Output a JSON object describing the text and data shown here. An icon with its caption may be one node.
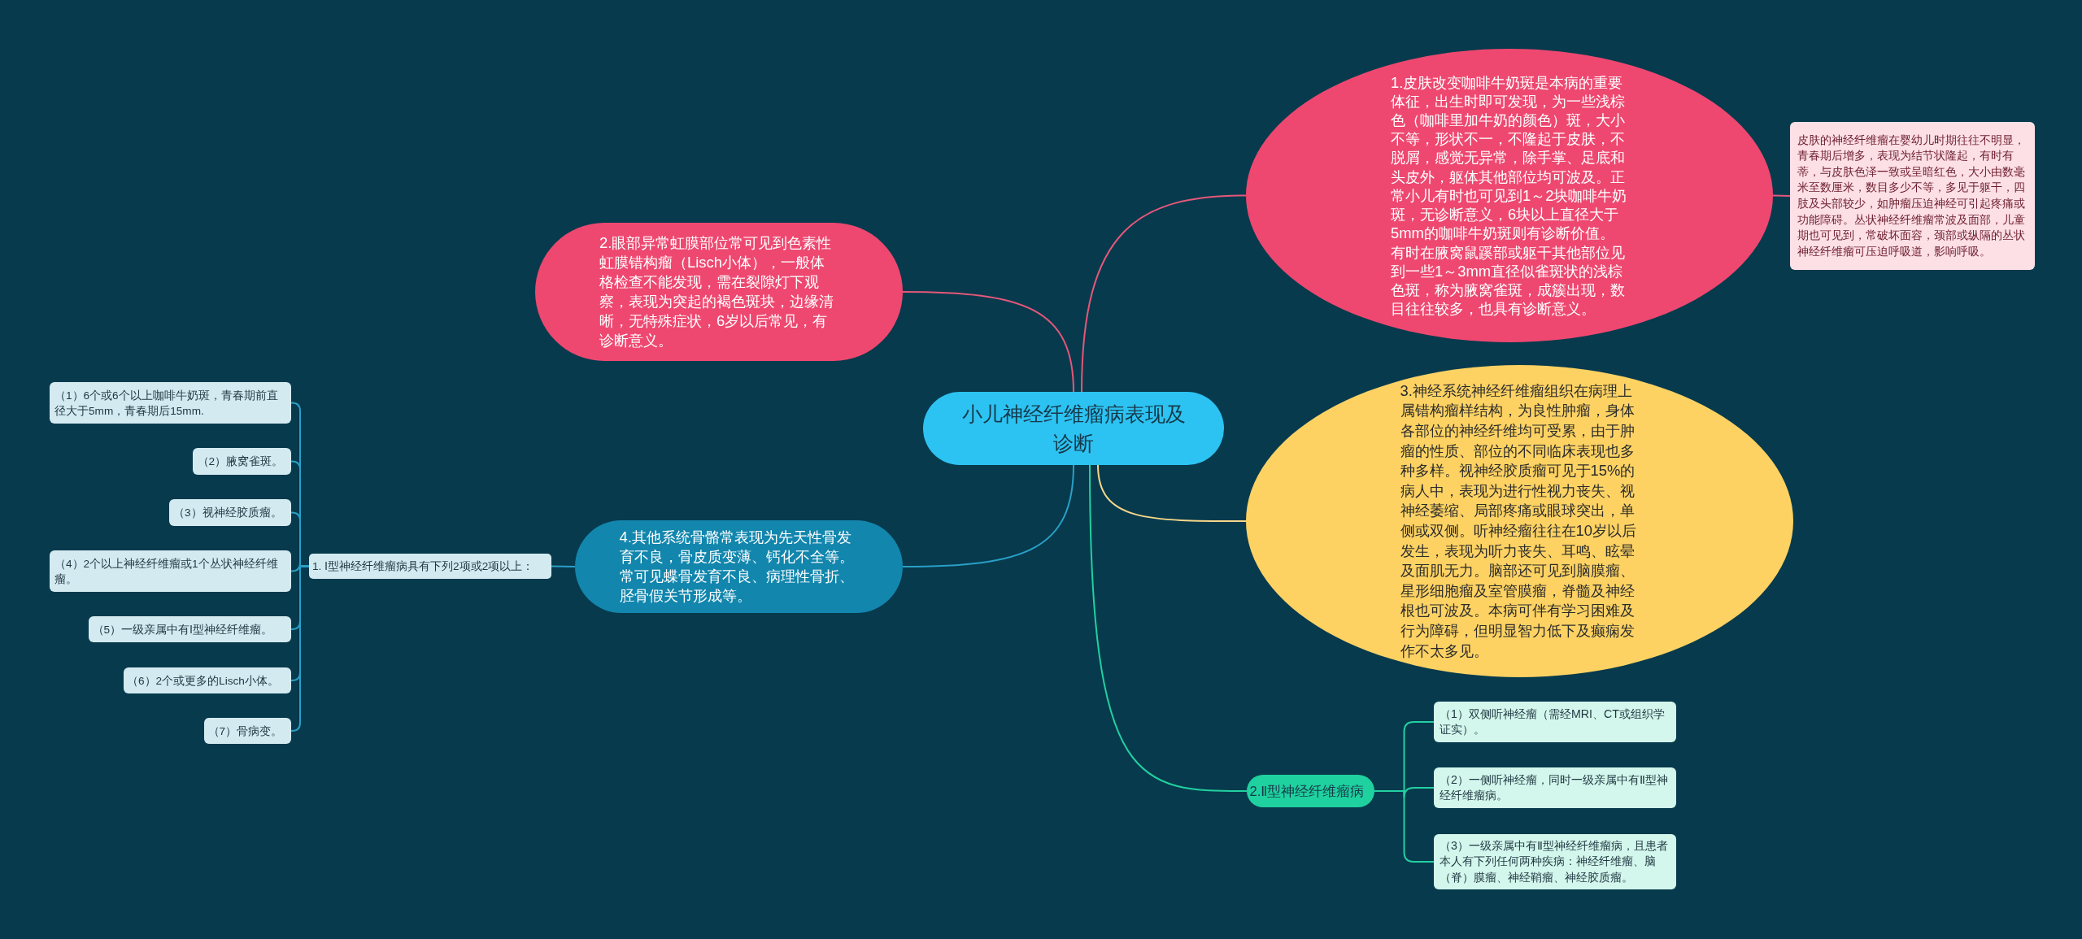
{
  "diagram": {
    "nodes": [
      {
        "text": [
          "小儿神经纤维瘤病表现及诊断"
        ]
      },
      {
        "text": [
          "1.皮肤改变咖啡牛奶斑是本病的重要体征，出生时即可发现，为一些浅棕色（咖啡里加牛奶的颜色）斑，大小不等，形状不一，不隆起于皮肤，不脱屑，感觉无异常，除手掌、足底和头皮外，躯体其他部位均可波及。正常小儿有时也可见到1～2块咖啡牛奶斑，无诊断意义，6块以上直径大于5mm的咖啡牛奶斑则有诊断价值。有时在腋窝鼠蹊部或躯干其他部位见到一些1～3mm直径似雀斑状的浅棕色斑，称为腋窝雀斑，成簇出现，数目往往较多，也具有诊断意义。"
        ]
      },
      {
        "text": [
          "皮肤的神经纤维瘤在婴幼儿时期往往不明显，青春期后增多，表现为结节状隆起，有时有蒂，与皮肤色泽一致或呈暗红色，大小由数毫米至数厘米，数目多少不等，多见于躯干，四肢及头部较少，如肿瘤压迫神经可引起疼痛或功能障碍。丛状神经纤维瘤常波及面部，儿童期也可见到，常破坏面容，颈部或纵隔的丛状神经纤维瘤可压迫呼吸道，影响呼吸。"
        ]
      },
      {
        "text": [
          "2.眼部异常虹膜部位常可见到色素性虹膜错构瘤（Lisch小体），一般体格检查不能发现，需在裂隙灯下观察，表现为突起的褐色斑块，边缘清晰，无特殊症状，6岁以后常见，有诊断意义。"
        ]
      },
      {
        "text": [
          "3.神经系统神经纤维瘤组织在病理上属错构瘤样结构，为良性肿瘤，身体各部位的神经纤维均可受累，由于肿瘤的性质、部位的不同临床表现也多种多样。视神经胶质瘤可见于15%的病人中，表现为进行性视力丧失、视神经萎缩、局部疼痛或眼球突出，单侧或双侧。听神经瘤往往在10岁以后发生，表现为听力丧失、耳鸣、眩晕及面肌无力。脑部还可见到脑膜瘤、星形细胞瘤及室管膜瘤，脊髓及神经根也可波及。本病可伴有学习困难及行为障碍，但明显智力低下及癫痫发作不太多见。"
        ]
      },
      {
        "text": [
          "4.其他系统骨骼常表现为先天性骨发育不良，骨皮质变薄、钙化不全等。常可见蝶骨发育不良、病理性骨折、胫骨假关节形成等。"
        ]
      },
      {
        "text": [
          "1. Ⅰ型神经纤维瘤病具有下列2项或2项以上："
        ]
      },
      {
        "text": [
          "（1）6个或6个以上咖啡牛奶斑，青春期前直径大于5mm，青春期后15mm."
        ]
      },
      {
        "text": [
          "（2）腋窝雀斑。"
        ]
      },
      {
        "text": [
          "（3）视神经胶质瘤。"
        ]
      },
      {
        "text": [
          "（4）2个以上神经纤维瘤或1个丛状神经纤维瘤。"
        ]
      },
      {
        "text": [
          "（5）一级亲属中有Ⅰ型神经纤维瘤。"
        ]
      },
      {
        "text": [
          "（6）2个或更多的Lisch小体。"
        ]
      },
      {
        "text": [
          "（7）骨病变。"
        ]
      },
      {
        "text": [
          "2.Ⅱ型神经纤维瘤病"
        ]
      },
      {
        "text": [
          "（1）双侧听神经瘤（需经MRI、CT或组织学证实）。"
        ]
      },
      {
        "text": [
          "（2）一侧听神经瘤，同时一级亲属中有Ⅱ型神经纤维瘤病。"
        ]
      },
      {
        "text": [
          "（3）一级亲属中有Ⅱ型神经纤维瘤病，且患者本人有下列任何两种疾病：神经纤维瘤、脑（脊）膜瘤、神经鞘瘤、神经胶质瘤。"
        ]
      }
    ],
    "edges": [
      {
        "from": 0,
        "to": 1,
        "arrow": "none",
        "color": "#e5577a"
      },
      {
        "from": 0,
        "to": 3,
        "arrow": "none",
        "color": "#e5577a"
      },
      {
        "from": 0,
        "to": 4,
        "arrow": "none",
        "color": "#f7d88a"
      },
      {
        "from": 0,
        "to": 5,
        "arrow": "none"
      },
      {
        "from": 0,
        "to": 14,
        "arrow": "none",
        "color": "#22d0a0"
      },
      {
        "from": 1,
        "to": 2,
        "arrow": "none",
        "color": "#e5577a"
      },
      {
        "from": 5,
        "to": 6,
        "arrow": "none"
      },
      {
        "from": 6,
        "to": 7,
        "arrow": "none"
      },
      {
        "from": 6,
        "to": 8,
        "arrow": "none"
      },
      {
        "from": 6,
        "to": 9,
        "arrow": "none"
      },
      {
        "from": 6,
        "to": 10,
        "arrow": "none"
      },
      {
        "from": 6,
        "to": 11,
        "arrow": "none"
      },
      {
        "from": 6,
        "to": 12,
        "arrow": "none"
      },
      {
        "from": 6,
        "to": 13,
        "arrow": "none"
      },
      {
        "from": 14,
        "to": 15,
        "arrow": "none",
        "color": "#22d0a0"
      },
      {
        "from": 14,
        "to": 16,
        "arrow": "none",
        "color": "#22d0a0"
      },
      {
        "from": 14,
        "to": 17,
        "arrow": "none",
        "color": "#22d0a0"
      }
    ]
  }
}
